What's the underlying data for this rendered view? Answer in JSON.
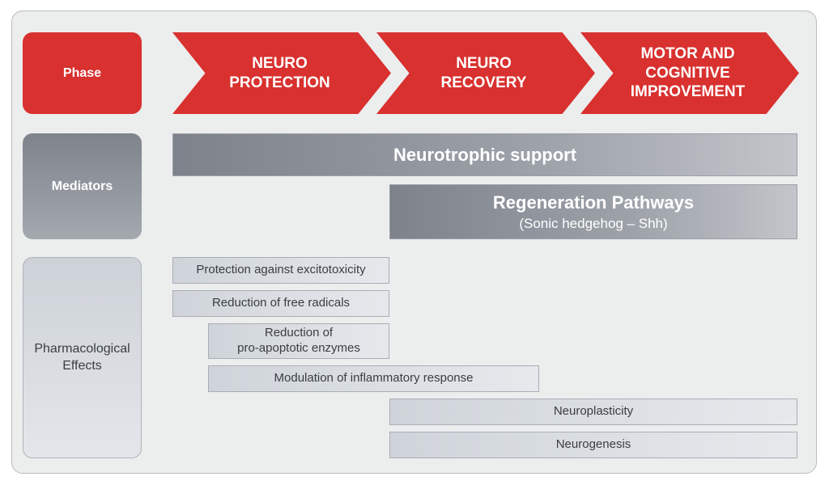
{
  "row_labels": {
    "phase": "Phase",
    "mediators": "Mediators",
    "pharmacological_line1": "Pharmacological",
    "pharmacological_line2": "Effects"
  },
  "phases": [
    {
      "line1": "NEURO",
      "line2": "PROTECTION",
      "line3": ""
    },
    {
      "line1": "NEURO",
      "line2": "RECOVERY",
      "line3": ""
    },
    {
      "line1": "MOTOR AND",
      "line2": "COGNITIVE",
      "line3": "IMPROVEMENT"
    }
  ],
  "mediators": {
    "neurotrophic": "Neurotrophic support",
    "regeneration_title": "Regeneration Pathways",
    "regeneration_subtitle": "(Sonic hedgehog – Shh)"
  },
  "effects": {
    "excitotoxicity": "Protection against excitotoxicity",
    "free_radicals": "Reduction of free radicals",
    "apoptotic_line1": "Reduction of",
    "apoptotic_line2": "pro-apoptotic enzymes",
    "inflammatory": "Modulation of inflammatory response",
    "neuroplasticity": "Neuroplasticity",
    "neurogenesis": "Neurogenesis"
  },
  "colors": {
    "phase_red": "#d8312f",
    "mediator_gray": "#7d828b",
    "effect_light": "#e6e9ec"
  }
}
